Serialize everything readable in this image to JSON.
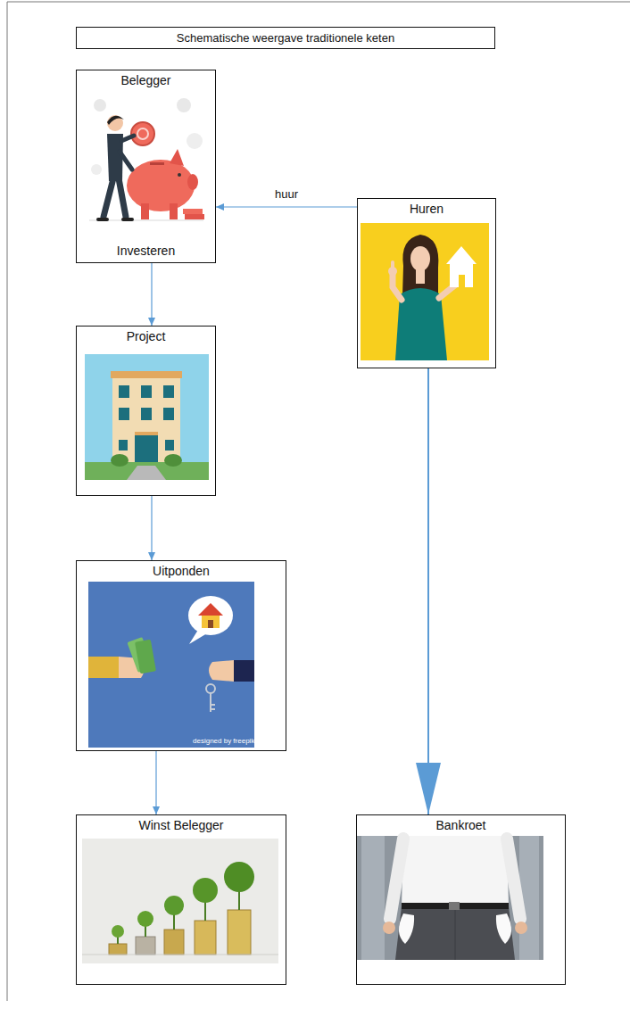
{
  "diagram": {
    "title": "Schematische weergave traditionele keten",
    "nodes": [
      {
        "text": [
          "Belegger",
          "Investeren"
        ]
      },
      {
        "text": [
          "Huren"
        ]
      },
      {
        "text": [
          "Project"
        ]
      },
      {
        "text": [
          "Uitponden"
        ]
      },
      {
        "text": [
          "Winst Belegger"
        ]
      },
      {
        "text": [
          "Bankroet"
        ]
      }
    ],
    "edges": [
      {
        "from": 1,
        "to": 0,
        "label": "huur",
        "arrow": "to"
      },
      {
        "from": 0,
        "to": 2,
        "arrow": "to"
      },
      {
        "from": 2,
        "to": 3,
        "arrow": "to"
      },
      {
        "from": 3,
        "to": 4,
        "arrow": "to"
      },
      {
        "from": 1,
        "to": 5,
        "arrow": "to"
      }
    ],
    "labels": [
      "designed by freepik.com"
    ]
  }
}
